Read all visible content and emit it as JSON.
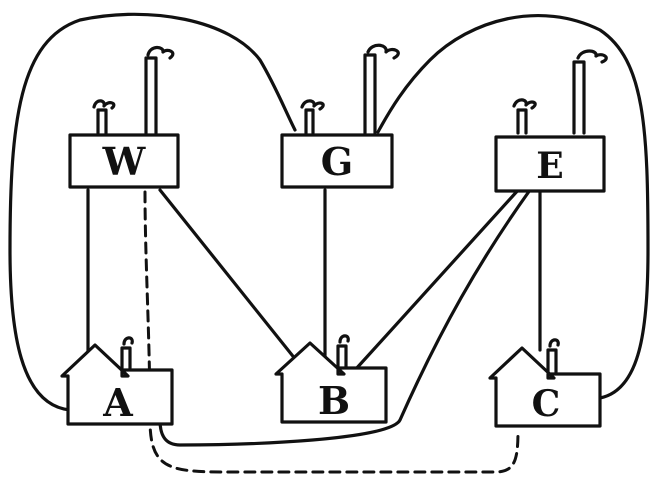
{
  "factories": [
    {
      "id": "W",
      "label": "W"
    },
    {
      "id": "G",
      "label": "G"
    },
    {
      "id": "E",
      "label": "E"
    }
  ],
  "houses": [
    {
      "id": "A",
      "label": "A"
    },
    {
      "id": "B",
      "label": "B"
    },
    {
      "id": "C",
      "label": "C"
    }
  ],
  "colors": {
    "ink": "#111111",
    "background": "#ffffff"
  }
}
